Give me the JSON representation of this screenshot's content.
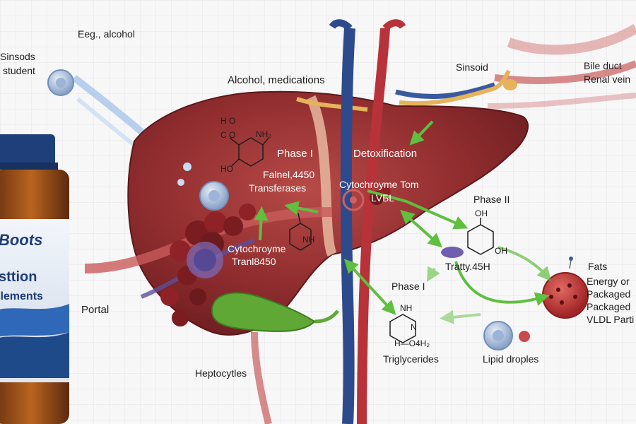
{
  "labels": {
    "eeg_alcohol": "Eeg., alcohol",
    "sinsods_line1": "Sinsods",
    "sinsods_line2": "student",
    "alcohol_medications": "Alcohol, medications",
    "sinsoid": "Sinsoid",
    "bile_duct": "Bile duct",
    "renal_vein": "Renal vein",
    "phase_i_top": "Phase I",
    "detoxification": "Detoxification",
    "falnel": "Falnel,4450",
    "transferases": "Transferases",
    "cytochrome_tom": "Cytochroyme Tom",
    "lvbl": "LVБL",
    "phase_ii": "Phase II",
    "cytochrome_lower": "Cytochroyme",
    "tranl": "Tranl8450",
    "tratty": "Tratty.45H",
    "phase_i_lower": "Phase I",
    "fats": "Fats",
    "energy_or": "Energy or",
    "packaged_1": "Packaged",
    "packaged_2": "Packaged",
    "vldl": "VLDL Parti",
    "portal": "Portal",
    "heptocytles": "Heptocytles",
    "triglycerides": "Triglycerides",
    "lipid_droples": "Lipid droples"
  },
  "chem": {
    "ho": "H O",
    "c_o": "C O",
    "nh2": "NH₂",
    "ho_ring": "HO",
    "nh_mol": "NH",
    "oh_top": "OH",
    "oh_side": "OH",
    "nh_tri": "NH",
    "n_tri": "N",
    "h_oh": "H—O4H₂"
  },
  "bottle": {
    "brand": "Boots",
    "line1": "sttion",
    "line2": "llements"
  },
  "colors": {
    "liver": "#8e2a2c",
    "liver_light": "#b24a45",
    "vein_blue": "#2d4a8c",
    "artery_red": "#b8323a",
    "bile_yellow": "#e6b35a",
    "gallbladder": "#5fa836",
    "arrow_green": "#6cc24a",
    "bottle_blue": "#1f3f7a"
  }
}
